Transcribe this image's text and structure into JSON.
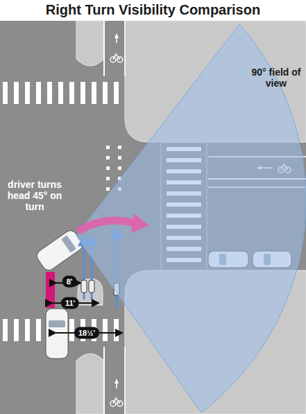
{
  "diagram": {
    "title": "Right Turn Visibility Comparison",
    "labels": [
      "90° field of view",
      "driver turns head 45° on turn",
      "8'",
      "11'",
      "18½'"
    ]
  }
}
